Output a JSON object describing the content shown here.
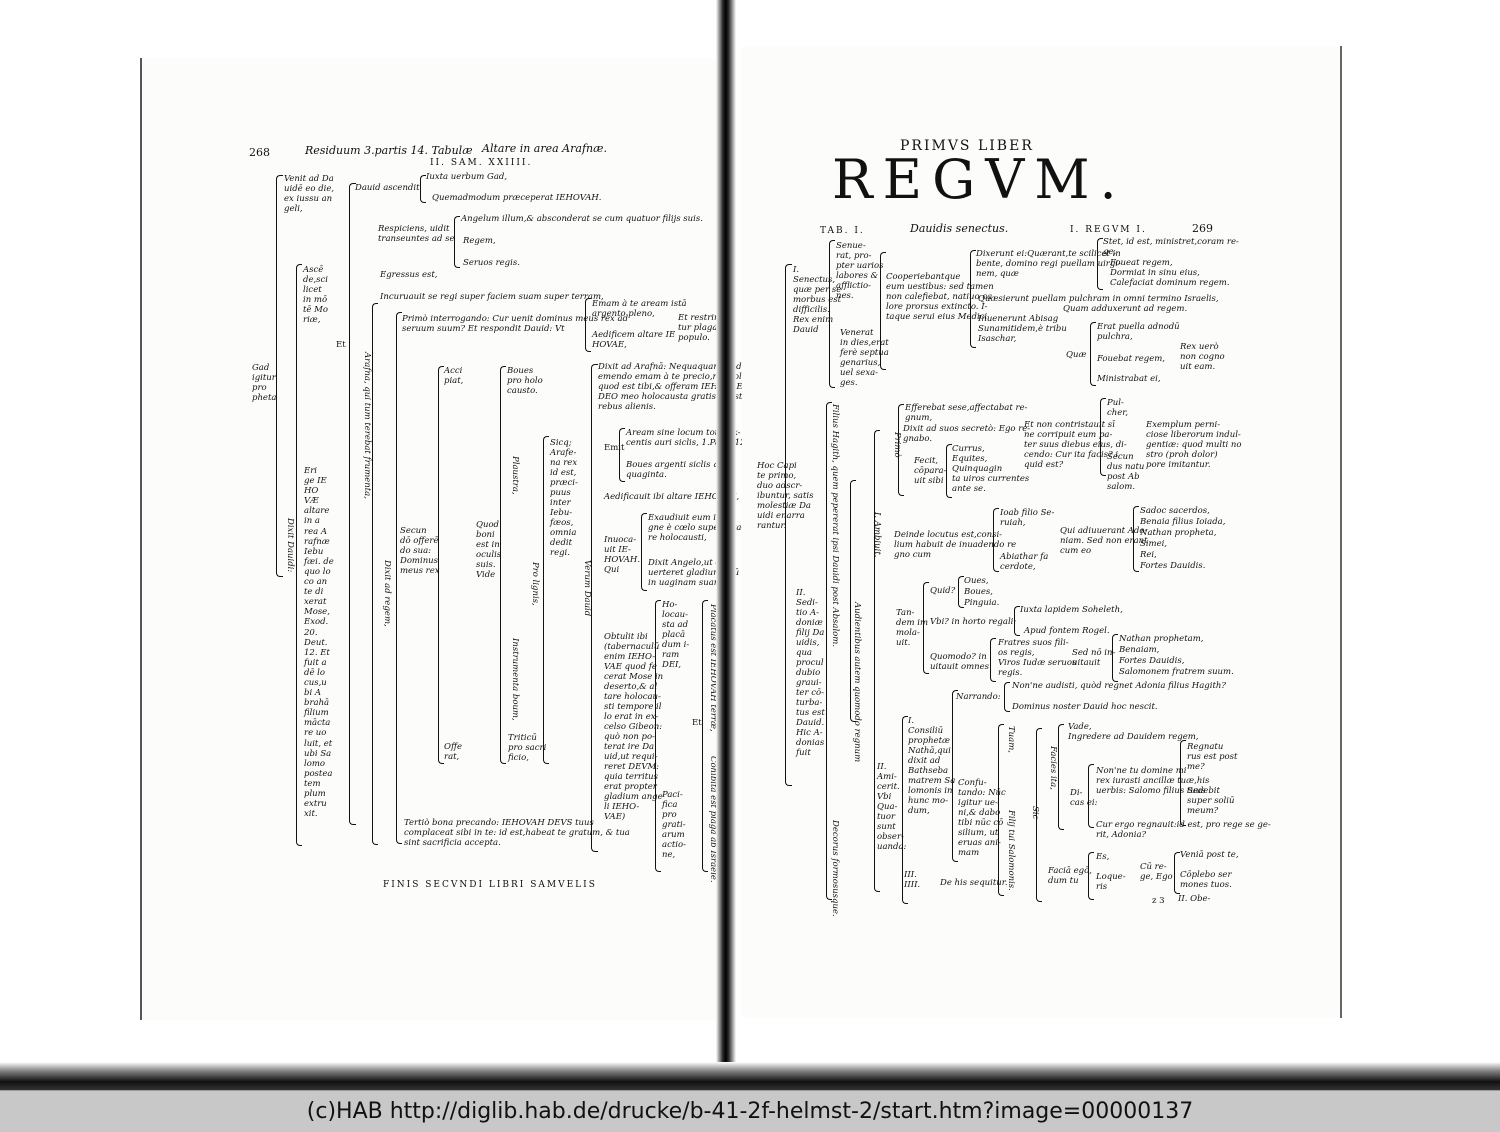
{
  "left": {
    "page_number": "268",
    "running_head": "Residuum 3.partis 14. Tabulæ",
    "running_title": "Altare in area Arafnæ.",
    "subhead": "II. SAM. XXIIII.",
    "finis": "FINIS SECVNDI LIBRI SAMVELIS",
    "gad": [
      "Gad",
      "igitur",
      "pro",
      "pheta"
    ],
    "venit": [
      "Venit ad Da",
      "uidē eo die,",
      "ex iussu an",
      "geli,"
    ],
    "ascende": [
      "Ascē",
      "de,sci",
      "licet",
      "in mō",
      "tē Mo",
      "riæ,"
    ],
    "erige": [
      "Eri",
      "ge IE",
      "HO",
      "VÆ",
      "altare",
      "in a",
      "rea A",
      "rafnæ",
      "Iebu",
      "fæi. de",
      "quo lo",
      "co an",
      "te di",
      "xerat",
      "Mose,",
      "Exod.",
      "20.",
      "Deut.",
      "12. Et",
      "fuit a",
      "dē lo",
      "cus,u",
      "bi A",
      "brahā",
      "filium",
      "mācta",
      "re uo",
      "luit, et",
      "ubi Sa",
      "lomo",
      "postea",
      "tem",
      "plum",
      "extru",
      "xit."
    ],
    "dixit_dauidi": "Dixit Dauidi:",
    "et": "Et",
    "dauid_ascendit": "Dauid ascendit",
    "iuxta": "Iuxta uerbum Gad,",
    "quemadmodum": "Quemadmodum præceperat IEHOVAH.",
    "respiciens": [
      "Respiciens, uidit",
      "transeuntes ad se"
    ],
    "angelum": "Angelum illum,& absconderat se cum quatuor filijs suis.",
    "regem": "Regem,",
    "seruos": "Seruos regis.",
    "egressus": "Egressus est,",
    "incuruauit": "Incuruauit se regi super faciem suam super terram,",
    "arafna_vertical": "Arafna, qui tum terebat frumenta,",
    "primo": [
      "Primò interrogando: Cur uenit dominus meus rex ad",
      "seruum suum? Et respondit Dauid: Vt"
    ],
    "emam": [
      "Emam à te aream istā",
      "argento pleno,"
    ],
    "aedificem": [
      "Aedificem altare IE",
      "HOVAE,"
    ],
    "et_restringa": [
      "Et restringa",
      "tur plaga à",
      "populo."
    ],
    "accipiat": [
      "Acci",
      "piat,"
    ],
    "offerat": [
      "Offe",
      "rat,"
    ],
    "secundo": [
      "Secun",
      "dō offerē",
      "do sua:",
      "Dominus",
      "meus rex"
    ],
    "quod_boni": [
      "Quod",
      "boni",
      "est in",
      "oculis",
      "suis.",
      "Vide"
    ],
    "boues": [
      "Boues",
      "pro holo",
      "causto."
    ],
    "plaustra": "Plaustra,",
    "pro_lignis": "Pro lignis,",
    "instrumenta": "Instrumenta boum,",
    "triticum": [
      "Triticū",
      "pro sacri",
      "ficio,"
    ],
    "sicque": [
      "Sicq;",
      "Arafe-",
      "na rex",
      "id est,",
      "præci-",
      "puus",
      "inter",
      "Iebu-",
      "fæos,",
      "omnia",
      "dedit",
      "regi."
    ],
    "dixit_ad_regem": "Dixit ad regem,",
    "dixit_ad_arafnam": [
      "Dixit ad Arafnā: Nequaquam, sed",
      "emendo emam à te precio,nec tollam",
      "quod est tibi,& offeram IEHOVAE",
      "DEO meo holocausta gratis.id est,ex",
      "rebus alienis."
    ],
    "emit": "Emit",
    "aream": [
      "Aream sine locum toti sex-",
      "centis auri siclis, 1.Paral.12."
    ],
    "boues_argenti": [
      "Boues argenti siclis quin-",
      "quaginta."
    ],
    "aedificauit": "Aedificauit ibi altare IEHOVAE,",
    "verum_dauid": "Verum Dauid",
    "inuocauit": [
      "Inuoca-",
      "uit IE-",
      "HOVAH.",
      "Qui"
    ],
    "exaudiuit": [
      "Exaudiuit eum in i-",
      "gne è cœlo super alta-",
      "re holocausti,"
    ],
    "dixit_angelo": [
      "Dixit Angelo,ut cō-",
      "uerteret gladium suū",
      "in uaginam suam."
    ],
    "obtulit": [
      "Obtulit ibi",
      "(tabernaculū",
      "enim IEHO-",
      "VAE quod fe",
      "cerat Mose in",
      "deserto,& al",
      "tare holocau-",
      "sti tempore il",
      "lo erat in ex-",
      "celso Gibeon:",
      "quò non po-",
      "terat ire Da",
      "uid,ut requi-",
      "reret DEVM:",
      "quia territus",
      "erat propter",
      "gladium ange",
      "li IEHO-",
      "VAE)"
    ],
    "holocausta": [
      "Ho-",
      "locau-",
      "sta ad",
      "placā",
      "dum i-",
      "ram",
      "DEI,"
    ],
    "pacifica": [
      "Paci-",
      "fica",
      "pro",
      "grati-",
      "arum",
      "actio-",
      "ne,"
    ],
    "et2": "Et",
    "placatus": "Placatus est IEHOVAH terræ,",
    "cohibita": "Cohibita est plaga ab Israele.",
    "tertio": [
      "Tertiò bona precando: IEHOVAH DEVS tuus",
      "complaceat sibi in te: id est,habeat te gratum, & tua",
      "sint sacrificia accepta."
    ]
  },
  "right": {
    "primus_liber": "PRIMVS LIBER",
    "regum": "REGVM.",
    "tab": "TAB. I.",
    "dauidis": "Dauidis senectus.",
    "regum_i": "I. REGVM I.",
    "page_number": "269",
    "hoc_capite": [
      "Hoc Capi",
      "te primo,",
      "duo adscr-",
      "ibuntur, satis",
      "molestiæ Da",
      "uidi enarra",
      "rantur."
    ],
    "senectus": [
      "I.",
      "Senectus,",
      "quæ per se",
      "morbus est",
      "difficilis.",
      "Rex enim",
      "Dauid"
    ],
    "senuerat": [
      "Senue-",
      "rat, pro-",
      "pter uarios",
      "labores &",
      "afflictio-",
      "nes."
    ],
    "venerat": [
      "Venerat",
      "in dies,erat",
      "ferè septua",
      "genarius,",
      "uel sexa-",
      "ges."
    ],
    "cooperiebant": [
      "Cooperiebantque",
      "eum uestibus: sed tamen",
      "non calefiebat, natiuo ca",
      "lore prorsus extincto. I-",
      "taque serui eius Medici"
    ],
    "dixerunt": [
      "Dixerunt ei:Quærant,te scilicet in",
      "bente, domino regi puellam uirgi-",
      "nem, quæ"
    ],
    "stet": [
      "Stet, id est, ministret,coram re-",
      "ge,"
    ],
    "foueat": "Foueat regem,",
    "dormiat": "Dormiat in sinu eius,",
    "calefaciat": "Calefaciat dominum regem.",
    "quaesierunt": "Quæsierunt puellam pulchram in omni termino Israelis,",
    "inuenerunt": [
      "Inuenerunt Abisag",
      "Sunamitidem,è tribu",
      "Isaschar,"
    ],
    "quam": "Quam adduxerunt ad regem.",
    "quae": "Quæ",
    "erat_puella": [
      "Erat puella adnodū",
      "pulchra,"
    ],
    "fouebat": "Fouebat regem,",
    "ministrabat": "Ministrabat ei,",
    "rex_vero": [
      "Rex uerò",
      "non cogno",
      "uit eam."
    ],
    "filius": "Filius Hagith, quem pepererat ipsi Dauidi post Absalom.",
    "decorus": "Decorus formosusque.",
    "seditio": [
      "II.",
      "Sedi-",
      "tio A-",
      "doniæ",
      "filij Da",
      "uidis,",
      "qua",
      "procul",
      "dubio",
      "graui-",
      "ter cō-",
      "turba-",
      "tus est",
      "Dauid.",
      "Hic A-",
      "donias",
      "fuit"
    ],
    "ambiuit": "I. Ambiuit.",
    "primo": "Primò",
    "efferebat": [
      "Efferebat sese,affectabat re-",
      "gnum,"
    ],
    "dixit_ad_suos": [
      "Dixit ad suos secretò: Ego re-",
      "gnabo."
    ],
    "fecit": [
      "Fecit,",
      "cōpara-",
      "uit sibi"
    ],
    "currus": [
      "Currus,",
      "Equites,",
      "Quinquagin",
      "ta uiros currentes",
      "ante se."
    ],
    "et_non": [
      "Et non contristauit sī",
      "ne corripuit eum pa-",
      "ter suus diebus eius, di-",
      "cendo: Cur ita facis? i",
      "quid est?"
    ],
    "pulcher": [
      "Pul-",
      "cher,"
    ],
    "secundus": [
      "Secun",
      "dus natu",
      "post Ab",
      "salom."
    ],
    "exemplum": [
      "Exemplum perni-",
      "ciose liberorum indul-",
      "gentiæ: quod multi no",
      "stro (proh dolor)",
      "pore imitantur."
    ],
    "deinde": [
      "Deinde locutus est,consi-",
      "lium habuit de inuadendo re",
      "gno cum"
    ],
    "ioab": [
      "Ioab filio Se-",
      "ruiah,"
    ],
    "abiathar": [
      "Abiathar fa",
      "cerdote,"
    ],
    "qui_adiuuerunt": [
      "Qui adiuuerant Ado-",
      "niam. Sed non erant",
      "cum eo"
    ],
    "sadoc": "Sadoc sacerdos,",
    "benaia": "Benaia filius Ioiada,",
    "nathan": "Nathan propheta,",
    "simei": "Simei,",
    "rei": "Rei,",
    "fortes": "Fortes Dauidis.",
    "tandem": [
      "Tan-",
      "dem im",
      "mola-",
      "uit."
    ],
    "quid": "Quid?",
    "oues": "Oues,",
    "boues": "Boues,",
    "pinguia": "Pinguia.",
    "vbi": "Vbi? in horto regali:",
    "iuxta": "Iuxta lapidem Soheleth,",
    "apud": "Apud fontem Rogel.",
    "quomodo": [
      "Quomodo? in",
      "uitauit omnes"
    ],
    "fratres": [
      "Fratres suos fili-",
      "os regis,",
      "Viros Iudæ seruos",
      "regis."
    ],
    "sed_non": [
      "Sed nō in-",
      "uitauit"
    ],
    "nathan_prophetam": "Nathan prophetam,",
    "benaiam": "Benaiam,",
    "fortes_dauidis": "Fortes Dauidis,",
    "salomonem": "Salomonem fratrem suum.",
    "audientibus": "Audientibus autem quomodo regnum",
    "non_ne": "Non'ne audisti, quòd regnet Adonia filius Hagith?",
    "narrando": "Narrando:",
    "dominus": "Dominus noster Dauid hoc nescit.",
    "amicerit": [
      "II.",
      "Ami-",
      "cerit.",
      "Vbi",
      "Qua-",
      "tuor",
      "sunt",
      "obser-",
      "uanda:"
    ],
    "consilium": [
      "I.",
      "Consiliū",
      "prophetæ",
      "Nathā,qui",
      "dixit ad",
      "Bathseba",
      "matrem Sa",
      "lomonis in",
      "hunc mo-",
      "dum,"
    ],
    "confutando": [
      "Confu-",
      "tando: Nūc",
      "igitur ue-",
      "ni,& dabo",
      "tibi nūc cō",
      "silium, ut",
      "eruas ani-",
      "mam"
    ],
    "tuam": "Tuam,",
    "filij": "Filij tui Salomonis.",
    "sic": "Sic",
    "facies": "Facies ita,",
    "vade": [
      "Vade,",
      "Ingredere ad Dauidem regem,"
    ],
    "dicas": [
      "Di-",
      "cas ei:"
    ],
    "non_ne_tu": [
      "Non'ne tu domine mi",
      "rex iurasti ancillæ tuæ,his",
      "uerbis: Salomo filius tuus"
    ],
    "regnaturus": [
      "Regnatu",
      "rus est post",
      "me?"
    ],
    "sedebit": [
      "Sedebit",
      "super soliū",
      "meum?"
    ],
    "cur_ergo": [
      "Cur ergo regnauit:id est, pro rege se ge-",
      "rit, Adonia?"
    ],
    "faciā": [
      "Faciā egō,",
      "dum tu"
    ],
    "es": "Es,",
    "loque": [
      "Loque-",
      "ris"
    ],
    "cum_re": [
      "Cū re-",
      "ge, Ego"
    ],
    "veniam": "Veniā post te,",
    "complebo": [
      "Cōplebo ser",
      "mones tuos."
    ],
    "iii": [
      "III.",
      "IIII."
    ],
    "de_his": "De his sequitur.",
    "ii_obe": "II. Obe-",
    "signature": "z 3"
  },
  "footer": "(c)HAB http://diglib.hab.de/drucke/b-41-2f-helmst-2/start.htm?image=00000137"
}
